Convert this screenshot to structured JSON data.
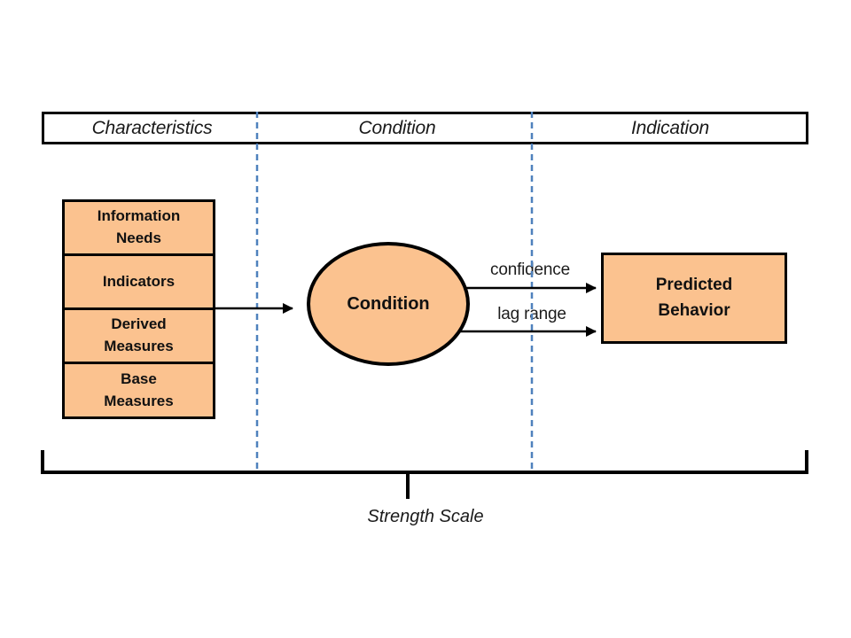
{
  "header": {
    "columns": [
      {
        "label": "Characteristics"
      },
      {
        "label": "Condition"
      },
      {
        "label": "Indication"
      }
    ]
  },
  "stack": {
    "boxes": [
      "Information\nNeeds",
      "Indicators",
      "Derived\nMeasures",
      "Base\nMeasures"
    ]
  },
  "ellipse": {
    "label": "Condition"
  },
  "predicted": {
    "label": "Predicted\nBehavior"
  },
  "arrows": {
    "confidence_label": "confidence",
    "lag_label": "lag range"
  },
  "scale": {
    "label": "Strength Scale"
  },
  "colors": {
    "shape_fill": "#FBC28F",
    "shape_border": "#000000",
    "divider_blue": "#4F81BD",
    "background": "#FFFFFF"
  }
}
